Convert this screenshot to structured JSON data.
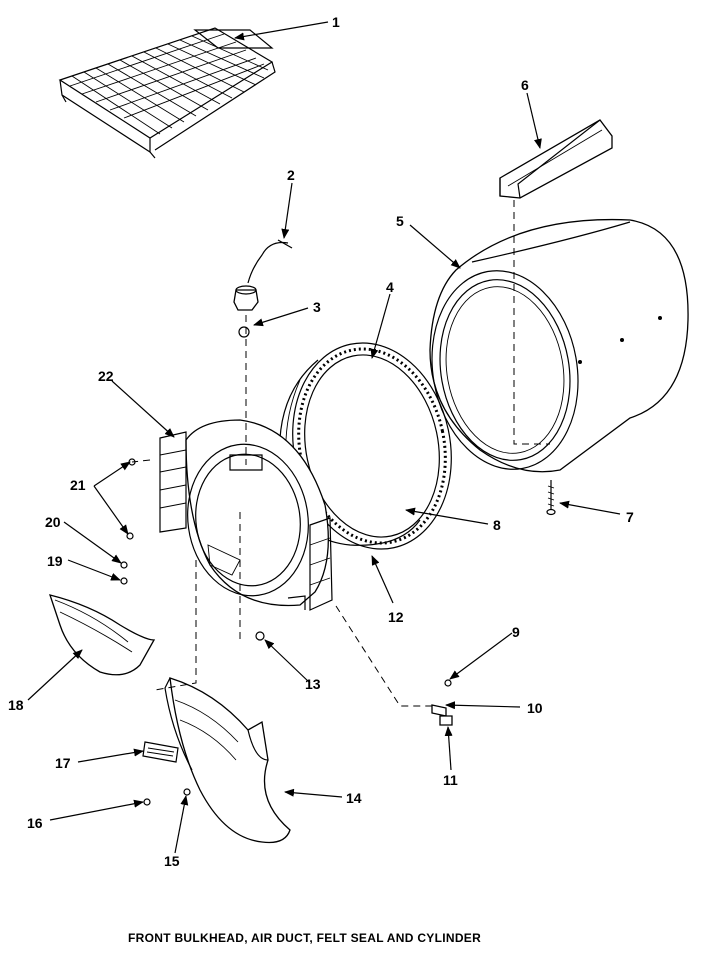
{
  "caption": "FRONT BULKHEAD, AIR DUCT, FELT SEAL AND CYLINDER",
  "callouts": [
    {
      "id": "1"
    },
    {
      "id": "2"
    },
    {
      "id": "3"
    },
    {
      "id": "4"
    },
    {
      "id": "5"
    },
    {
      "id": "6"
    },
    {
      "id": "7"
    },
    {
      "id": "8"
    },
    {
      "id": "9"
    },
    {
      "id": "10"
    },
    {
      "id": "11"
    },
    {
      "id": "12"
    },
    {
      "id": "13"
    },
    {
      "id": "14"
    },
    {
      "id": "15"
    },
    {
      "id": "16"
    },
    {
      "id": "17"
    },
    {
      "id": "18"
    },
    {
      "id": "19"
    },
    {
      "id": "20"
    },
    {
      "id": "21"
    },
    {
      "id": "22"
    }
  ]
}
